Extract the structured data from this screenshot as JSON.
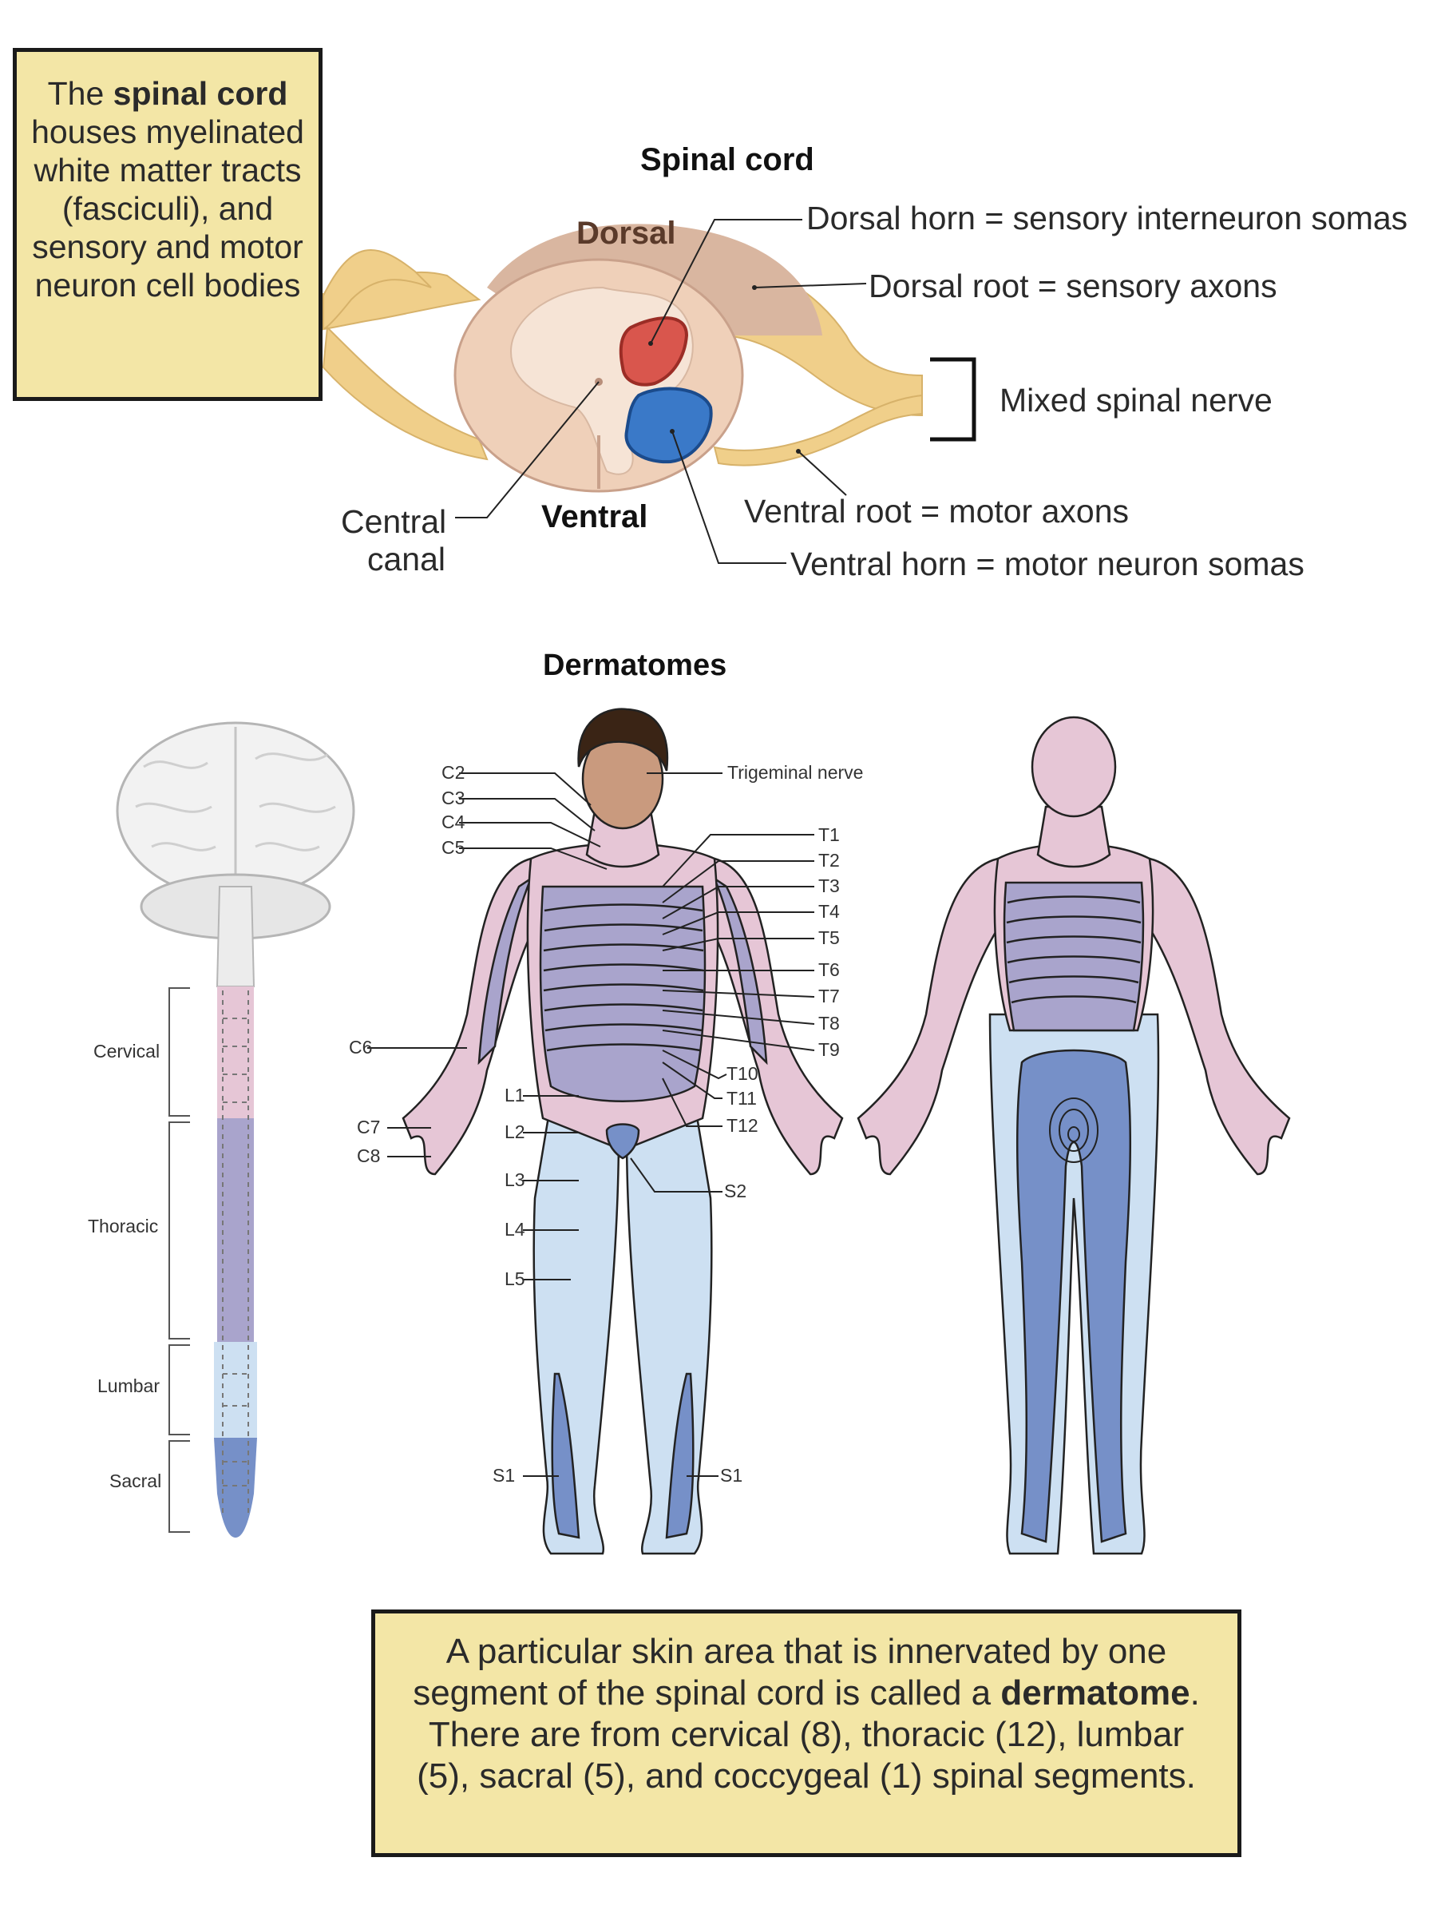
{
  "colors": {
    "callout_bg": "#f3e6a6",
    "spinal_tissue": "#efd0b9",
    "nerve": "#f0cf8a",
    "dorsal_horn": "#d9564d",
    "ventral_horn": "#3a79c8",
    "cervical": "#e6c6d6",
    "thoracic": "#a9a4cc",
    "lumbar": "#cde0f2",
    "sacral": "#7690c8"
  },
  "top_note": {
    "pre": "The ",
    "bold": "spinal cord",
    "post": " houses myelinated white matter tracts (fasciculi), and sensory and motor neuron cell bodies"
  },
  "cross_section": {
    "title": "Spinal cord",
    "dorsal": "Dorsal",
    "ventral": "Ventral",
    "labels": {
      "dorsal_horn": "Dorsal horn = sensory interneuron somas",
      "dorsal_root": "Dorsal root = sensory axons",
      "mixed_nerve": "Mixed spinal nerve",
      "ventral_root": "Ventral root = motor axons",
      "ventral_horn": "Ventral horn = motor neuron somas",
      "central_canal_1": "Central",
      "central_canal_2": "canal"
    }
  },
  "dermatomes": {
    "title": "Dermatomes",
    "regions": {
      "cervical": "Cervical",
      "thoracic": "Thoracic",
      "lumbar": "Lumbar",
      "sacral": "Sacral"
    },
    "front_labels": {
      "c2": "C2",
      "c3": "C3",
      "c4": "C4",
      "c5": "C5",
      "c6": "C6",
      "c7": "C7",
      "c8": "C8",
      "trigeminal": "Trigeminal nerve",
      "t1": "T1",
      "t2": "T2",
      "t3": "T3",
      "t4": "T4",
      "t5": "T5",
      "t6": "T6",
      "t7": "T7",
      "t8": "T8",
      "t9": "T9",
      "t10": "T10",
      "t11": "T11",
      "t12": "T12",
      "l1": "L1",
      "l2": "L2",
      "l3": "L3",
      "l4": "L4",
      "l5": "L5",
      "s1_left": "S1",
      "s1_right": "S1",
      "s2": "S2"
    }
  },
  "bottom_note": {
    "pre": "A particular skin area that is innervated by one segment of the spinal cord is called a ",
    "bold": "dermatome",
    "post": ". There are from cervical (8), thoracic (12), lumbar (5), sacral (5), and coccygeal (1) spinal segments."
  }
}
